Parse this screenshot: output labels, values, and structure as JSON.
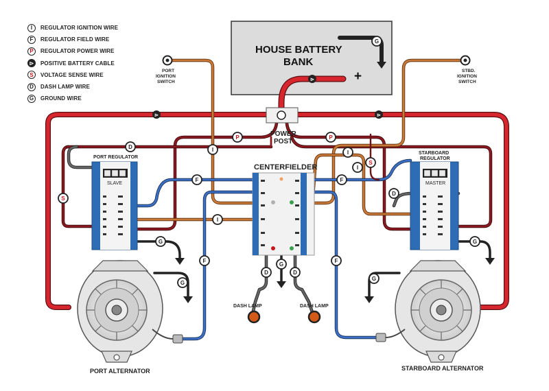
{
  "legend": [
    {
      "symbol": "I",
      "label": "REGULATOR IGNITION WIRE"
    },
    {
      "symbol": "F",
      "label": "REGULATOR FIELD WIRE"
    },
    {
      "symbol": "P",
      "label": "REGULATOR POWER WIRE"
    },
    {
      "symbol": "⊳",
      "label": "POSITIVE BATTERY CABLE"
    },
    {
      "symbol": "S",
      "label": "VOLTAGE SENSE WIRE"
    },
    {
      "symbol": "D",
      "label": "DASH LAMP WIRE"
    },
    {
      "symbol": "G",
      "label": "GROUND WIRE"
    }
  ],
  "battery": {
    "line1": "HOUSE BATTERY",
    "line2": "BANK",
    "plus": "+"
  },
  "power_post": {
    "line1": "POWER",
    "line2": "POST"
  },
  "port_switch": {
    "line1": "PORT",
    "line2": "IGNITION",
    "line3": "SWITCH"
  },
  "stbd_switch": {
    "line1": "STBD.",
    "line2": "IGNITION",
    "line3": "SWITCH"
  },
  "port_regulator": {
    "title": "PORT REGULATOR",
    "mode": "SLAVE"
  },
  "stbd_regulator": {
    "title1": "STARBOARD",
    "title2": "REGULATOR",
    "mode": "MASTER"
  },
  "centerfielder": {
    "title": "CENTERFIELDER"
  },
  "dash_lamp_left": {
    "label": "DASH LAMP"
  },
  "dash_lamp_right": {
    "label": "DASH LAMP"
  },
  "port_alternator": {
    "label": "PORT ALTERNATOR"
  },
  "stbd_alternator": {
    "label": "STARBOARD ALTERNATOR"
  },
  "tags": {
    "I": "I",
    "F": "F",
    "P": "P",
    "S": "S",
    "D": "D",
    "G": "G",
    "B": "⊳"
  },
  "colors": {
    "positive_cable": "#d7262e",
    "power_wire": "#7a1a1e",
    "ignition_wire": "#b8672a",
    "field_wire": "#2c5aa0",
    "dash_wire": "#4d4d4d",
    "ground_wire": "#222222",
    "regulator_blue": "#2e6db5",
    "battery_fill": "#dcdcdc"
  }
}
